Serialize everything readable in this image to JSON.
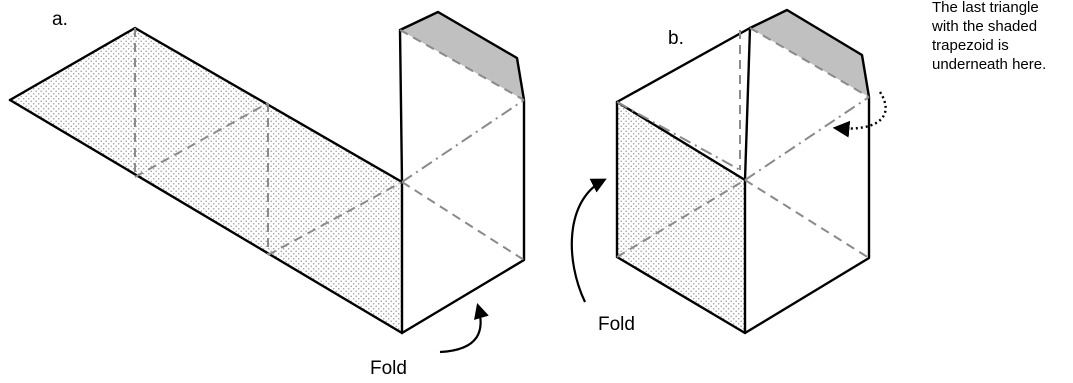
{
  "figure_a": {
    "label": "a.",
    "fold_label": "Fold"
  },
  "figure_b": {
    "label": "b.",
    "fold_label": "Fold",
    "note_lines": [
      "The last triangle",
      "with the shaded",
      "trapezoid is",
      "underneath here."
    ]
  },
  "colors": {
    "stipple": "#9a9a9a",
    "shaded_trapezoid": "#c0c0c0",
    "edge": "#000000",
    "fold_line": "#8a8a8a"
  }
}
